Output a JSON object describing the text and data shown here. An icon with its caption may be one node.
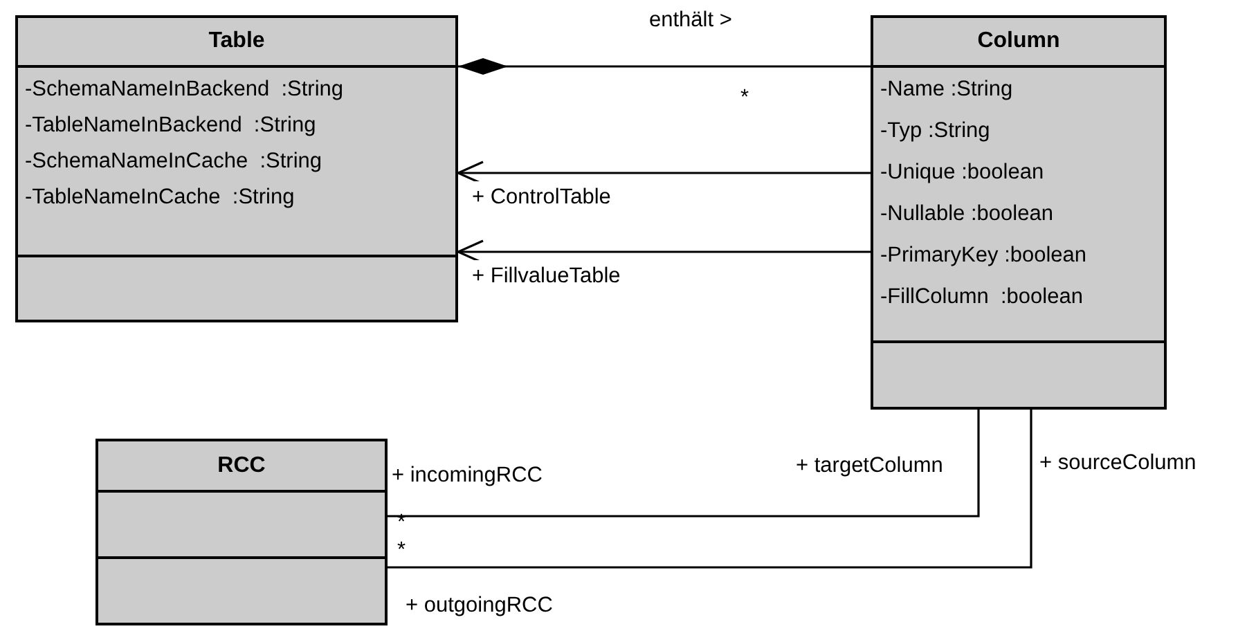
{
  "diagram": {
    "nodes": [
      {
        "text": [
          "Table",
          "-SchemaNameInBackend  :String",
          "-TableNameInBackend  :String",
          "-SchemaNameInCache  :String",
          "-TableNameInCache  :String"
        ]
      },
      {
        "text": [
          "Column",
          "-Name :String",
          "-Typ :String",
          "-Unique :boolean",
          "-Nullable :boolean",
          "-PrimaryKey :boolean",
          "-FillColumn  :boolean"
        ]
      },
      {
        "text": [
          "RCC"
        ]
      }
    ],
    "edges": [
      {
        "from": 1,
        "to": 0,
        "arrow": "other",
        "label": "enthält >"
      },
      {
        "from": 1,
        "to": 0,
        "arrow": "to",
        "label": "+ ControlTable"
      },
      {
        "from": 1,
        "to": 0,
        "arrow": "to",
        "label": "+ FillvalueTable"
      },
      {
        "from": 1,
        "to": 2,
        "arrow": "none",
        "label": "+ targetColumn"
      },
      {
        "from": 1,
        "to": 2,
        "arrow": "none",
        "label": "+ sourceColumn"
      }
    ],
    "labels": [
      "*",
      "+ incomingRCC",
      "*",
      "*",
      "+ outgoingRCC"
    ]
  }
}
